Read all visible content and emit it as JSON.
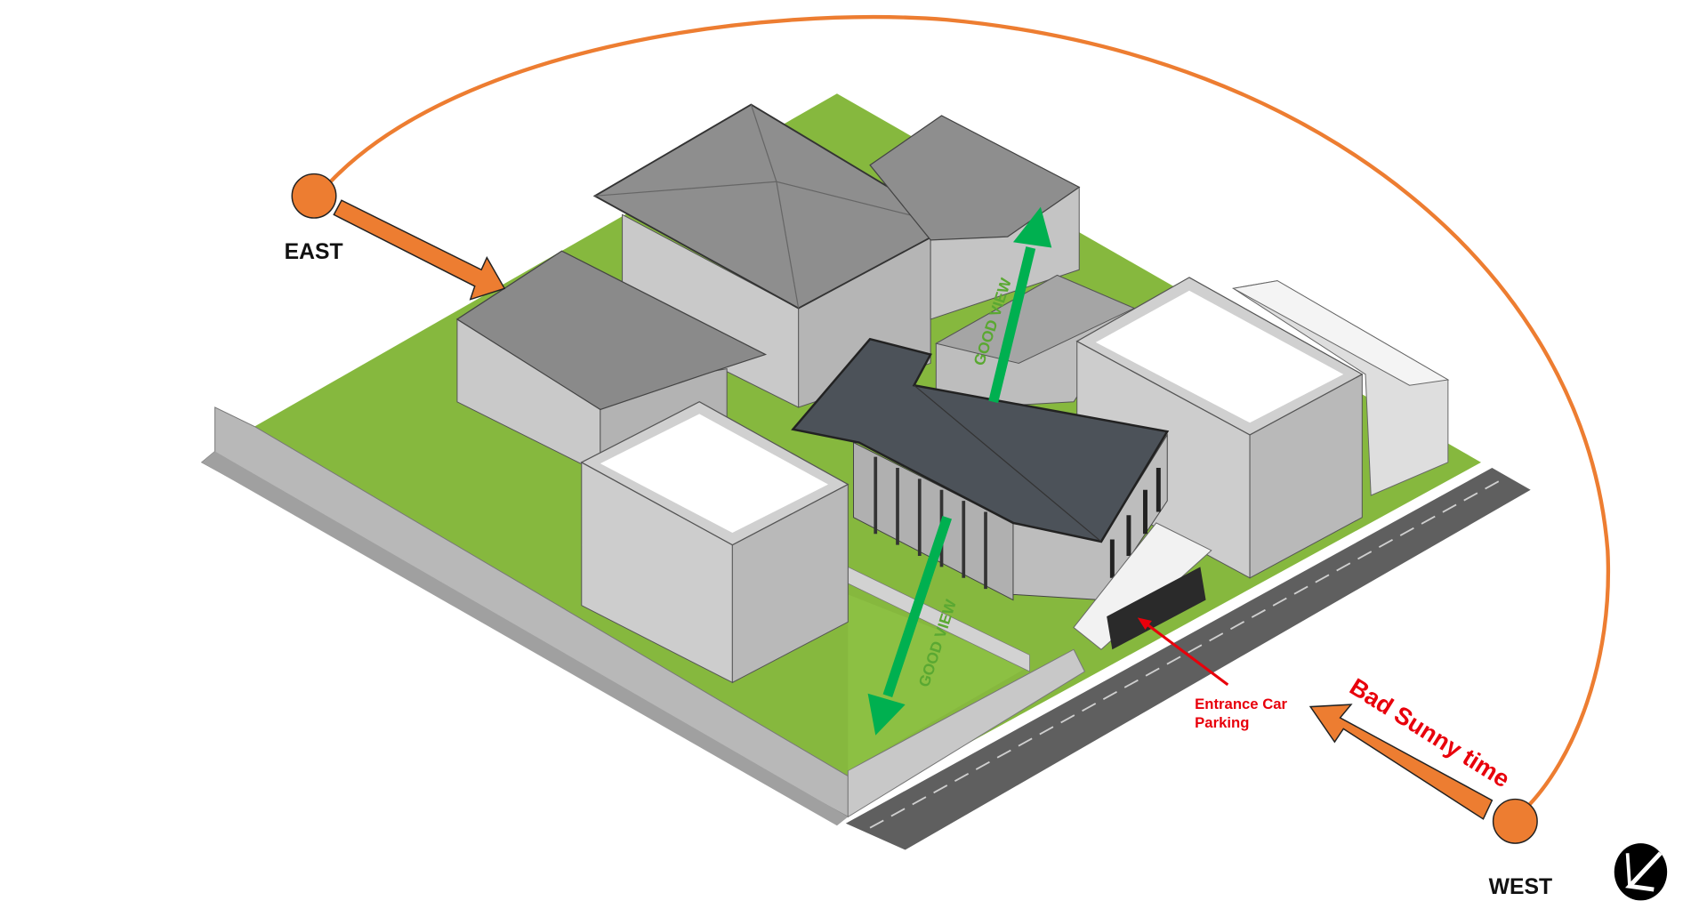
{
  "labels": {
    "east": "EAST",
    "west": "WEST",
    "bad_sunny_time": "Bad Sunny time",
    "entrance_line1": "Entrance Car",
    "entrance_line2": "Parking",
    "good_view_north": "GOOD VIEW",
    "good_view_south": "GOOD VIEW"
  },
  "logo": {
    "name": "compass-arrow-logo"
  },
  "colors": {
    "sun": "#ed7d31",
    "view_arrow": "#00b050",
    "good_view_text": "#5aa832",
    "warning_text": "#e8000b",
    "grass": "#86b83e",
    "road": "#5a5a5a"
  }
}
